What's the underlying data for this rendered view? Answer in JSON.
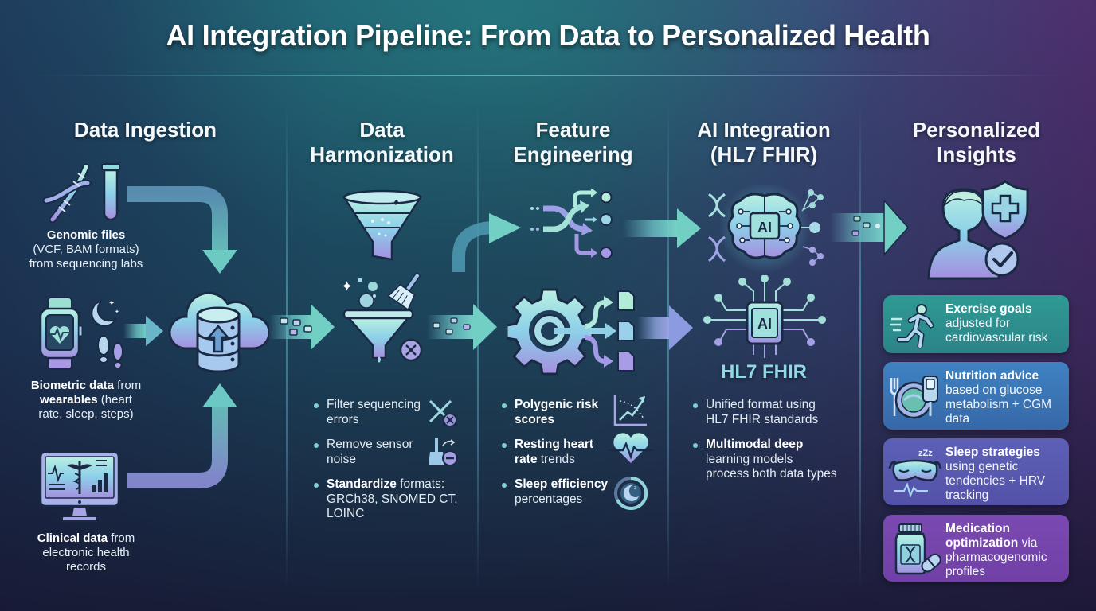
{
  "title": "AI Integration Pipeline: From Data to Personalized Health",
  "colors": {
    "teal_accent": "#6fd3c4",
    "blue_accent": "#8ec6ea",
    "lavender_accent": "#a99be6",
    "card_exercise": "#2e8f8e",
    "card_nutrition": "#3b74b0",
    "card_sleep": "#5a5aac",
    "card_medication": "#7a4aae"
  },
  "columns": [
    {
      "title_line1": "Data Ingestion",
      "sources": [
        {
          "icon": "dna-test-tube-icon",
          "bold": "Genomic files",
          "text_line1": "(VCF, BAM formats)",
          "text_line2": "from sequencing labs"
        },
        {
          "icon": "smartwatch-heart-icon",
          "bold1": "Biometric data",
          "plain1": " from",
          "bold2": "wearables",
          "plain2": " (heart",
          "text_line3": "rate, sleep, steps)"
        },
        {
          "icon": "monitor-caduceus-icon",
          "bold": "Clinical data",
          "plain": " from",
          "text_line2": "electronic health",
          "text_line3": "records"
        }
      ],
      "hub_icon": "cloud-database-upload-icon"
    },
    {
      "title_line1": "Data",
      "title_line2": "Harmonization",
      "bullets": [
        {
          "line1": "Filter sequencing",
          "line2": "errors",
          "icon": "filter-x-icon"
        },
        {
          "line1": "Remove sensor",
          "line2": "noise",
          "icon": "broom-minus-icon"
        },
        {
          "bold": "Standardize",
          "plain": " formats:",
          "line2": "GRCh38, SNOMED CT,",
          "line3": "LOINC"
        }
      ]
    },
    {
      "title_line1": "Feature",
      "title_line2": "Engineering",
      "bullets": [
        {
          "bold1": "Polygenic risk",
          "bold2": "scores",
          "icon": "trend-chart-icon"
        },
        {
          "bold1": "Resting heart",
          "bold2": "rate",
          "plain2": " trends",
          "icon": "heart-pulse-icon"
        },
        {
          "bold1": "Sleep efficiency",
          "line2": "percentages",
          "icon": "moon-progress-ring-icon"
        }
      ]
    },
    {
      "title_line1": "AI Integration",
      "title_line2": "(HL7 FHIR)",
      "chip_label": "AI",
      "brain_label": "AI",
      "standard_label": "HL7 FHIR",
      "bullets": [
        {
          "line1": "Unified format using",
          "line2": "HL7 FHIR standards"
        },
        {
          "bold": "Multimodal deep",
          "line2": "learning models",
          "line3": "process both data types"
        }
      ]
    },
    {
      "title_line1": "Personalized",
      "title_line2": "Insights",
      "hero_icon": "user-shield-check-icon",
      "cards": [
        {
          "icon": "runner-icon",
          "bold": "Exercise goals",
          "line2": "adjusted for",
          "line3": "cardiovascular risk"
        },
        {
          "icon": "plate-glucose-meter-icon",
          "bold": "Nutrition advice",
          "line2": "based on glucose",
          "line3": "metabolism + CGM",
          "line4": "data"
        },
        {
          "icon": "sleep-mask-icon",
          "bold": "Sleep strategies",
          "line2": "using genetic",
          "line3": "tendencies + HRV",
          "line4": "tracking"
        },
        {
          "icon": "pill-bottle-dna-icon",
          "bold1": "Medication",
          "bold2": "optimization",
          "plain2": " via",
          "line3": "pharmacogenomic",
          "line4": "profiles"
        }
      ]
    }
  ]
}
